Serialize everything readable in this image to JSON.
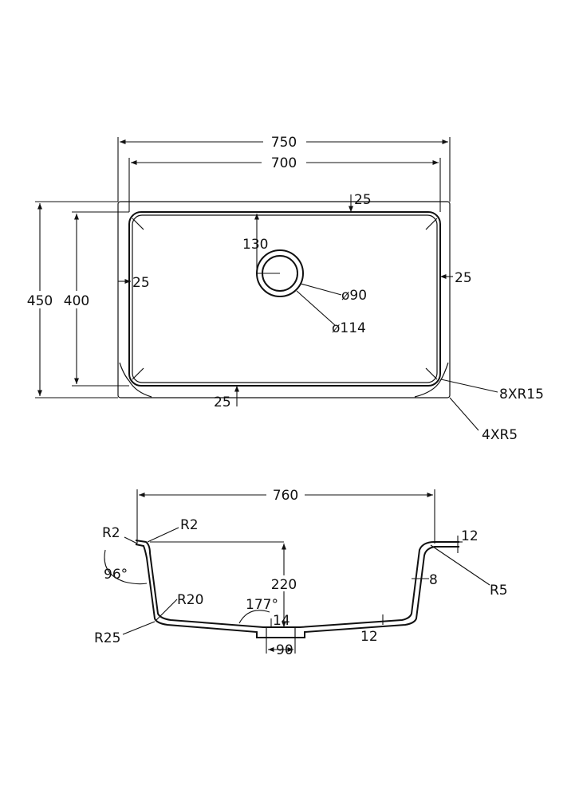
{
  "top_view": {
    "overall_width": "750",
    "inner_width": "700",
    "overall_depth": "450",
    "inner_depth": "400",
    "rim_top": "25",
    "rim_left": "25",
    "rim_right": "25",
    "rim_bottom": "25",
    "drain_offset": "130",
    "drain_inner_dia": "ø90",
    "drain_outer_dia": "ø114",
    "inner_radius": "8XR15",
    "outer_radius": "4XR5"
  },
  "section_view": {
    "overall_width": "760",
    "radius_left_outer": "R2",
    "radius_left_inner": "R2",
    "wall_angle": "96°",
    "depth": "220",
    "bottom_angle": "177°",
    "drain_thickness": "14",
    "radius_bottom_inner": "R20",
    "radius_bottom_outer": "R25",
    "drain_width": "90",
    "floor_thickness": "12",
    "rim_thickness": "12",
    "wall_thickness": "8",
    "radius_right": "R5"
  }
}
